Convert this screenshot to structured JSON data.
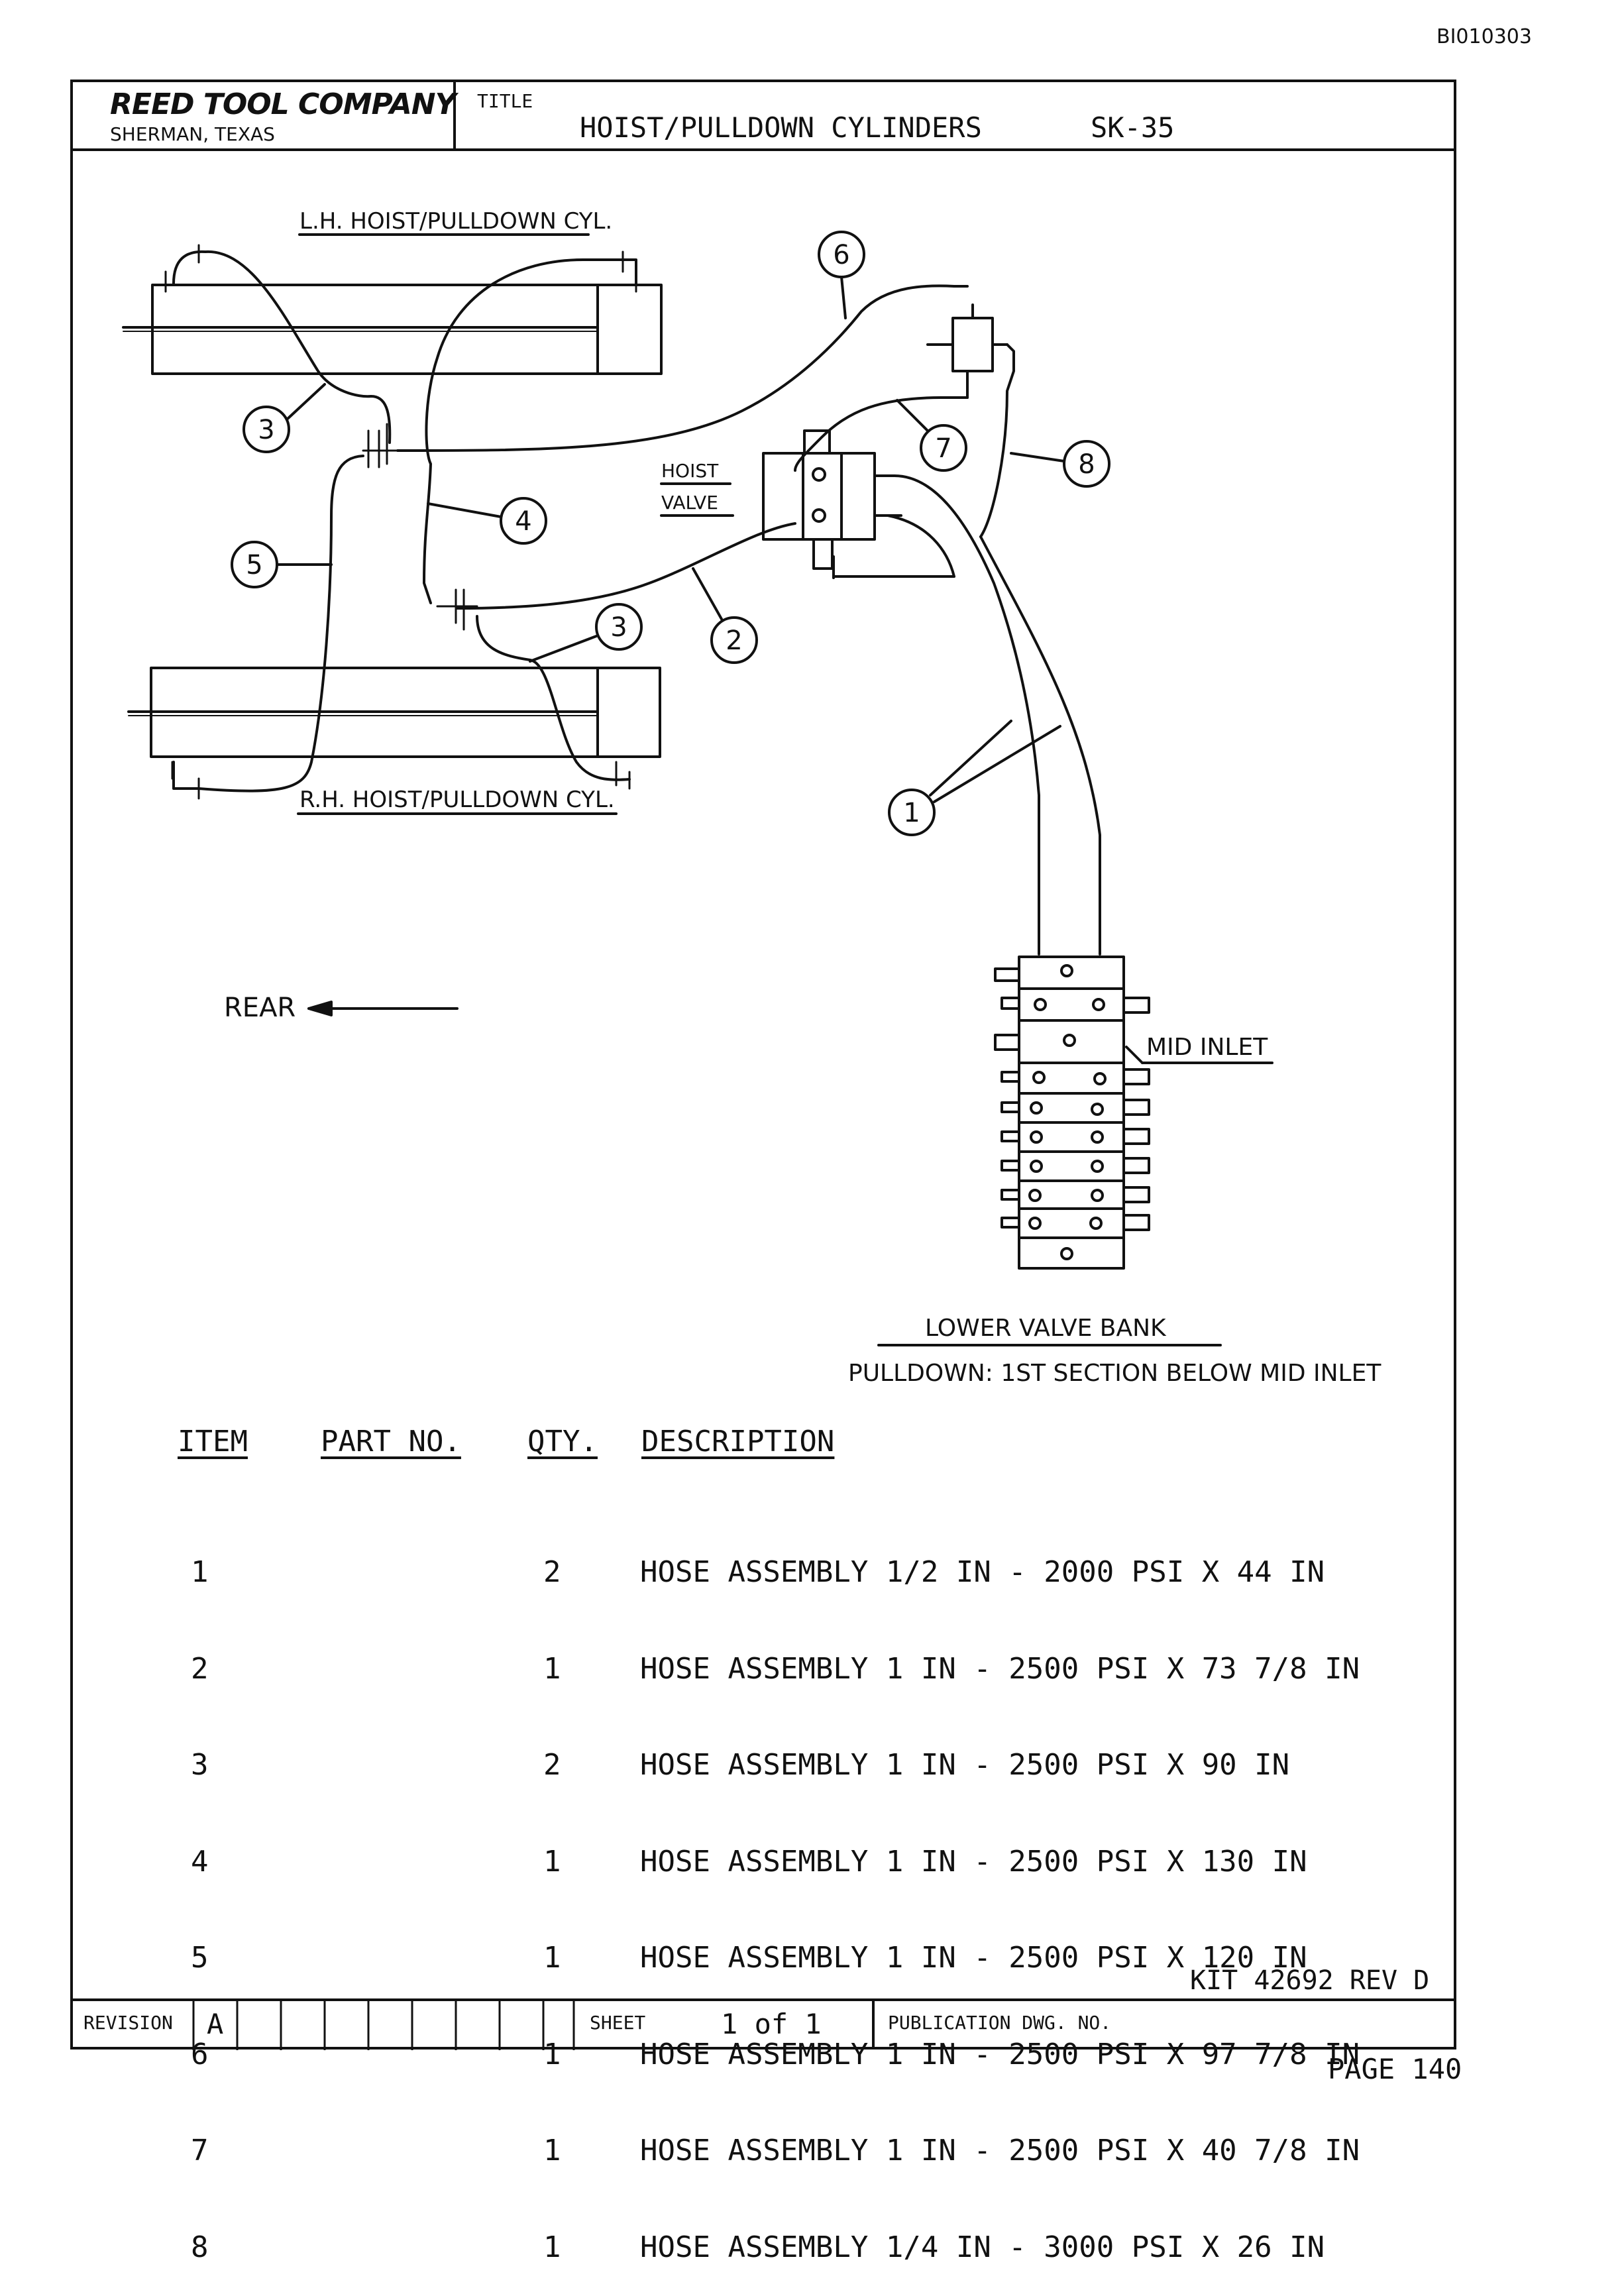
{
  "doc_id": "BI010303",
  "title_block": {
    "company": "REED TOOL COMPANY",
    "location": "SHERMAN, TEXAS",
    "title_label": "TITLE",
    "title": "HOIST/PULLDOWN CYLINDERS",
    "sk": "SK-35"
  },
  "diagram": {
    "lh_label": "L.H. HOIST/PULLDOWN CYL.",
    "rh_label": "R.H. HOIST/PULLDOWN CYL.",
    "hoist_valve_label_1": "HOIST",
    "hoist_valve_label_2": "VALVE",
    "rear_label": "REAR",
    "mid_inlet_label": "MID INLET",
    "lower_valve_bank_label": "LOWER VALVE BANK",
    "pulldown_note": "PULLDOWN: 1ST SECTION BELOW MID INLET",
    "callouts": [
      "6",
      "3",
      "7",
      "8",
      "4",
      "5",
      "3",
      "2",
      "1"
    ]
  },
  "parts_table": {
    "headers": {
      "item": "ITEM",
      "part_no": "PART NO.",
      "qty": "QTY.",
      "description": "DESCRIPTION"
    },
    "rows": [
      {
        "item": "1",
        "qty": "2",
        "description": "HOSE ASSEMBLY 1/2 IN - 2000 PSI X 44 IN"
      },
      {
        "item": "2",
        "qty": "1",
        "description": "HOSE ASSEMBLY 1 IN - 2500 PSI X 73 7/8 IN"
      },
      {
        "item": "3",
        "qty": "2",
        "description": "HOSE ASSEMBLY 1 IN - 2500 PSI X 90 IN"
      },
      {
        "item": "4",
        "qty": "1",
        "description": "HOSE ASSEMBLY 1 IN - 2500 PSI X 130 IN"
      },
      {
        "item": "5",
        "qty": "1",
        "description": "HOSE ASSEMBLY 1 IN - 2500 PSI X 120 IN"
      },
      {
        "item": "6",
        "qty": "1",
        "description": "HOSE ASSEMBLY 1 IN - 2500 PSI X 97 7/8 IN"
      },
      {
        "item": "7",
        "qty": "1",
        "description": "HOSE ASSEMBLY 1 IN - 2500 PSI X 40 7/8 IN"
      },
      {
        "item": "8",
        "qty": "1",
        "description": "HOSE ASSEMBLY 1/4 IN - 3000 PSI X 26 IN"
      }
    ]
  },
  "kit": "KIT 42692 REV D",
  "footer": {
    "revision_label": "REVISION",
    "revision_value": "A",
    "sheet_label": "SHEET",
    "sheet_value": "1 of 1",
    "pub_label": "PUBLICATION DWG. NO.",
    "page": "PAGE 140"
  }
}
